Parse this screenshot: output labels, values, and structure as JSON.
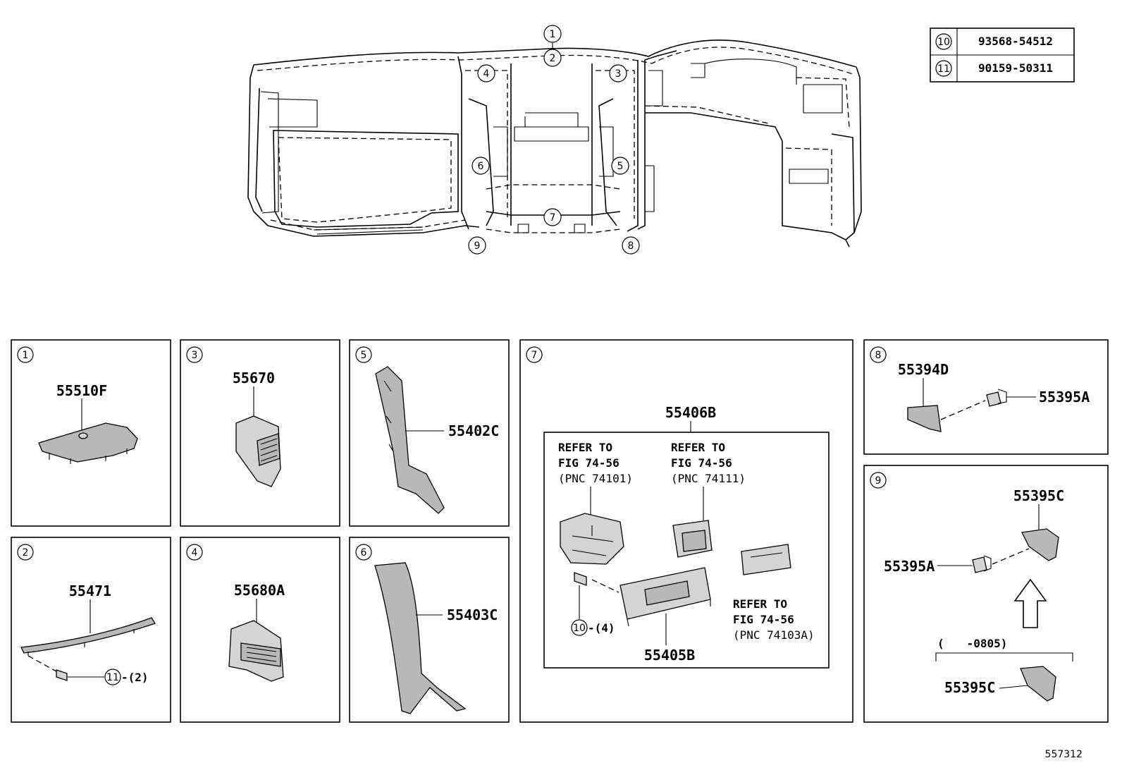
{
  "main_callouts": {
    "c1": "1",
    "c2": "2",
    "c3": "3",
    "c4": "4",
    "c5": "5",
    "c6": "6",
    "c7": "7",
    "c8": "8",
    "c9": "9"
  },
  "fastener_table": [
    {
      "ref": "10",
      "part": "93568-54512"
    },
    {
      "ref": "11",
      "part": "90159-50311"
    }
  ],
  "panels": {
    "p1": {
      "ref": "1",
      "part": "55510F"
    },
    "p2": {
      "ref": "2",
      "part": "55471",
      "fastener_ref": "11",
      "fastener_qty": "-(2)"
    },
    "p3": {
      "ref": "3",
      "part": "55670"
    },
    "p4": {
      "ref": "4",
      "part": "55680A"
    },
    "p5": {
      "ref": "5",
      "part": "55402C"
    },
    "p6": {
      "ref": "6",
      "part": "55403C"
    },
    "p7": {
      "ref": "7",
      "assembly": "55406B",
      "refer_a": [
        "REFER TO",
        "FIG 74-56",
        "(PNC 74101)"
      ],
      "refer_b": [
        "REFER TO",
        "FIG 74-56",
        "(PNC 74111)"
      ],
      "refer_c": [
        "REFER TO",
        "FIG 74-56",
        "(PNC 74103A)"
      ],
      "fastener_ref": "10",
      "fastener_qty": "-(4)",
      "part": "55405B"
    },
    "p8": {
      "ref": "8",
      "part_a": "55394D",
      "part_b": "55395A"
    },
    "p9": {
      "ref": "9",
      "part_a": "55395C",
      "part_b": "55395A",
      "date_range": "(　　-0805)",
      "part_c": "55395C"
    }
  },
  "diagram_id": "557312"
}
